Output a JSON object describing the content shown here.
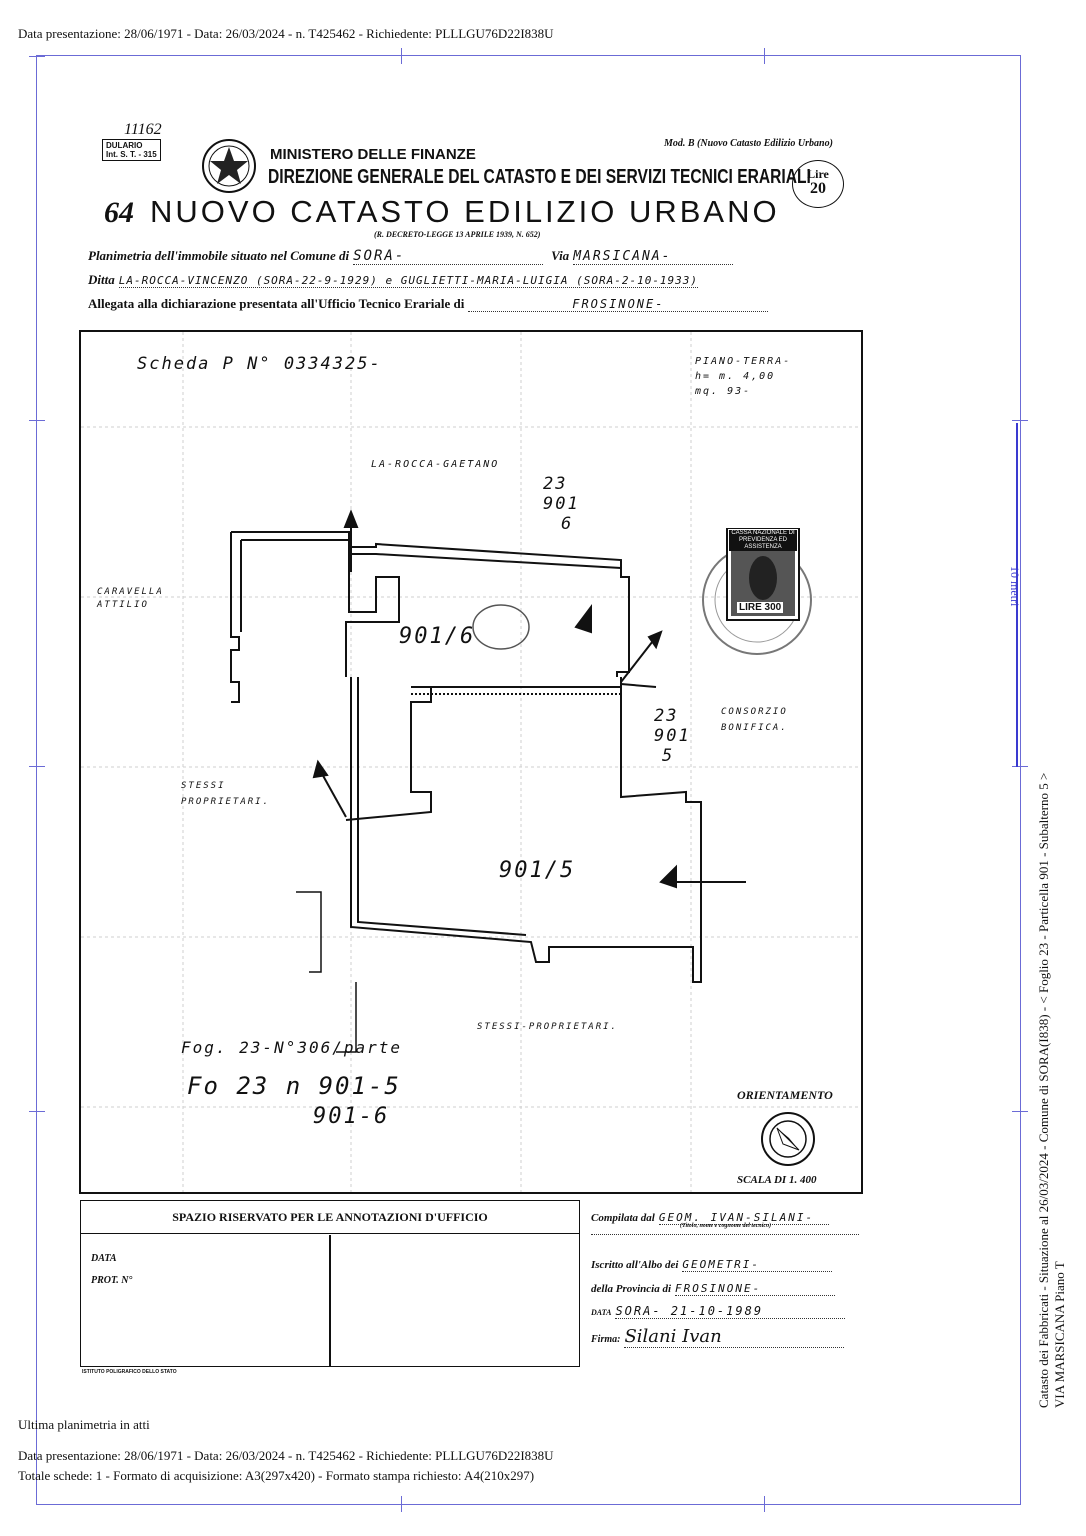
{
  "header": {
    "top_line": "Data presentazione: 28/06/1971 - Data: 26/03/2024 - n. T425462 - Richiedente: PLLLGU76D22I838U"
  },
  "form": {
    "handwritten_number": "11162",
    "modulario": "DULARIO",
    "modulario_sub": "Int. S. T. - 315",
    "mod_label": "Mod. B (Nuovo Catasto Edilizio Urbano)",
    "ministero": "MINISTERO DELLE FINANZE",
    "direzione": "DIREZIONE GENERALE DEL CATASTO E DEI SERVIZI TECNICI ERARIALI",
    "lire_label": "Lire",
    "lire_value": "20",
    "title_prefix": "64",
    "title": "NUOVO CATASTO EDILIZIO URBANO",
    "decreto": "(R. DECRETO-LEGGE 13 APRILE 1939, N. 652)",
    "planimetria_label": "Planimetria dell'immobile situato nel Comune di",
    "comune_value": "SORA-",
    "via_label": "Via",
    "via_value": "MARSICANA-",
    "ditta_label": "Ditta",
    "ditta_value": "LA-ROCCA-VINCENZO (SORA-22-9-1929) e GUGLIETTI-MARIA-LUIGIA (SORA-2-10-1933)",
    "allegata_label": "Allegata alla dichiarazione presentata all'Ufficio Tecnico Erariale di",
    "ufficio_value": "FROSINONE-"
  },
  "plan": {
    "scheda": "Scheda P N° 0334325-",
    "piano": "PIANO-TERRA-",
    "altezza": "h= m. 4,00",
    "superficie": "mq. 93-",
    "north_neighbor": "LA-ROCCA-GAETANO",
    "north_ref": [
      "23",
      "901",
      "6"
    ],
    "west_neighbor": [
      "CARAVELLA",
      "ATTILIO"
    ],
    "east_neighbor": [
      "CONSORZIO",
      "BONIFICA."
    ],
    "east_ref": [
      "23",
      "901",
      "5"
    ],
    "sw_neighbor": [
      "STESSI",
      "PROPRIETARI."
    ],
    "south_neighbor": "STESSI-PROPRIETARI.",
    "room_upper": "901/6",
    "room_lower": "901/5",
    "fog_line1": "Fog. 23-N°306/parte",
    "fog_line2": "Fo 23 n 901-5",
    "fog_line3": "901-6",
    "orientamento": "ORIENTAMENTO",
    "scala": "SCALA DI 1. 400",
    "stamp_top": "CASSA NAZIONALE DI PREVIDENZA ED ASSISTENZA",
    "stamp_value": "LIRE 300"
  },
  "office": {
    "spazio": "SPAZIO RISERVATO PER LE ANNOTAZIONI D'UFFICIO",
    "data_label": "DATA",
    "prot_label": "PROT. N°",
    "printer": "ISTITUTO POLIGRAFICO DELLO STATO",
    "compilata_label": "Compilata dal",
    "compilata_value": "GEOM. IVAN-SILANI-",
    "compilata_sub": "(Titolo, nome e cognome del tecnico)",
    "iscritto_label": "Iscritto all'Albo dei",
    "iscritto_value": "GEOMETRI-",
    "provincia_label": "della Provincia di",
    "provincia_value": "FROSINONE-",
    "data2_label": "DATA",
    "data2_value": "SORA- 21-10-1989",
    "firma_label": "Firma:",
    "firma_value": "Silani Ivan"
  },
  "side": {
    "scale_label": "10 metri",
    "line1": "Catasto dei Fabbricati - Situazione al 26/03/2024 - Comune di SORA(I838) - < Foglio 23 - Particella 901 - Subalterno 5 >",
    "line2": "VIA MARSICANA Piano T"
  },
  "footer": {
    "ultima": "Ultima planimetria in atti",
    "line1": "Data presentazione: 28/06/1971 - Data: 26/03/2024 - n. T425462 - Richiedente: PLLLGU76D22I838U",
    "line2": "Totale schede: 1 - Formato di acquisizione: A3(297x420)  - Formato stampa richiesto: A4(210x297)"
  }
}
